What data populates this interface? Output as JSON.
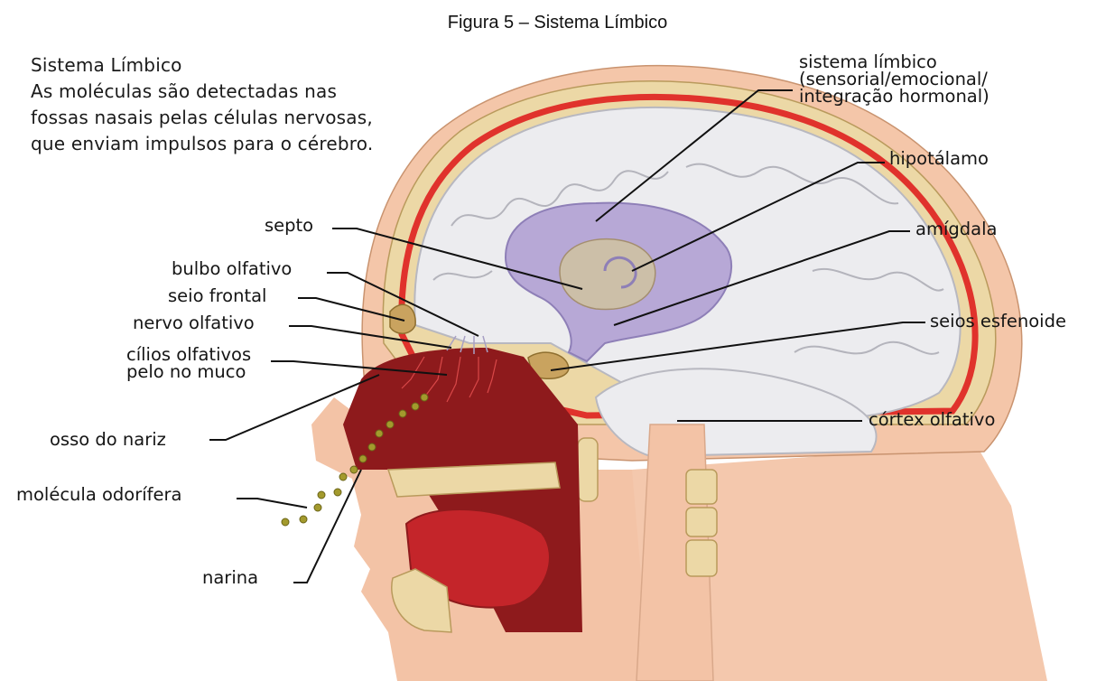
{
  "caption": "Figura 5 – Sistema Límbico",
  "intro": {
    "title": "Sistema Límbico",
    "lines": [
      "As moléculas são detectadas nas",
      "fossas nasais pelas células nervosas,",
      "que enviam impulsos para o cérebro."
    ]
  },
  "labels": {
    "sistema_limbico": [
      "sistema límbico",
      "(sensorial/emocional/",
      "integração hormonal)"
    ],
    "hipotalamo": "hipotálamo",
    "amigdala": "amígdala",
    "seios_esfenoide": "seios esfenoide",
    "cortex_olfativo": "córtex olfativo",
    "septo": "septo",
    "bulbo_olfativo": "bulbo olfativo",
    "seio_frontal": "seio frontal",
    "nervo_olfativo": "nervo olfativo",
    "cilios_olfativos": [
      "cílios olfativos",
      "pelo no muco"
    ],
    "osso_do_nariz": "osso do nariz",
    "molecula_odorifera": "molécula odorífera",
    "narina": "narina"
  },
  "colors": {
    "skin": "#f3c3a6",
    "bone": "#ecd8a6",
    "cortex": "#ececef",
    "limbic": "#b7a8d6",
    "meninges": "#e0322c",
    "cavity": "#8e1a1c"
  }
}
